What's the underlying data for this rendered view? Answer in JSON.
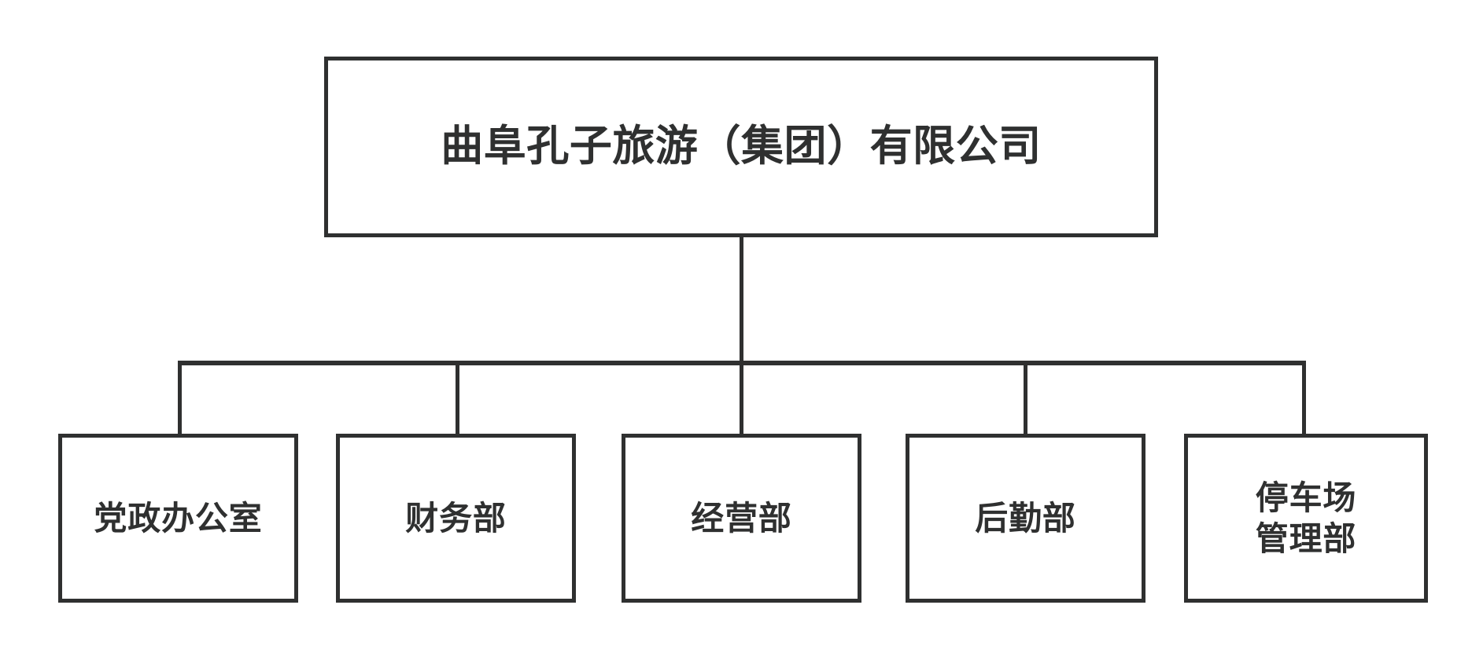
{
  "chart": {
    "type": "org-chart",
    "title": "曲阜孔子旅游（集团）有限公司",
    "orientation": "top-down",
    "levels": 2,
    "colors": {
      "line": "#2f3030",
      "box_border": "#2f3030",
      "box_fill": "#ffffff",
      "text": "#2f3030",
      "background": "#ffffff"
    }
  },
  "root": {
    "label": "曲阜孔子旅游（集团）有限公司",
    "child_count": 5
  },
  "departments": [
    {
      "label": "党政办公室",
      "parent": "曲阜孔子旅游（集团）有限公司"
    },
    {
      "label": "财务部",
      "parent": "曲阜孔子旅游（集团）有限公司"
    },
    {
      "label": "经营部",
      "parent": "曲阜孔子旅游（集团）有限公司"
    },
    {
      "label": "后勤部",
      "parent": "曲阜孔子旅游（集团）有限公司"
    },
    {
      "label": "停车场\n管理部",
      "parent": "曲阜孔子旅游（集团）有限公司"
    }
  ]
}
